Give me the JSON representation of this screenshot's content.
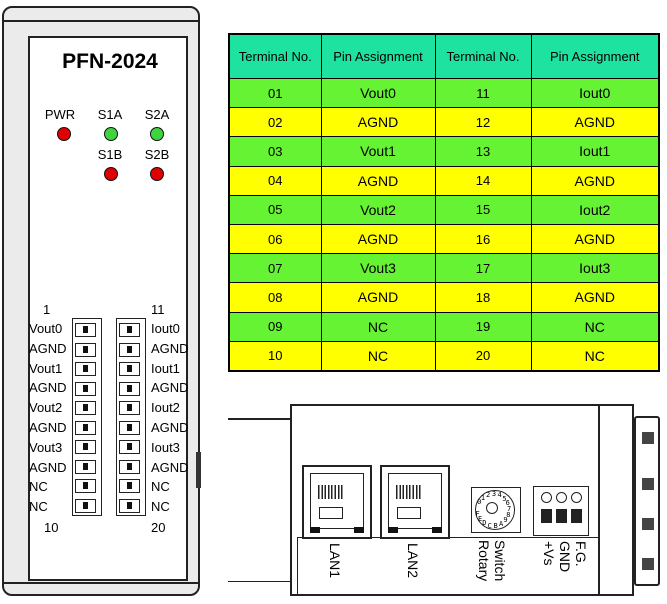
{
  "front_panel": {
    "model": "PFN-2024",
    "leds": [
      {
        "label": "PWR",
        "color": "#e00000"
      },
      {
        "label": "S1A",
        "color": "#3ed43e"
      },
      {
        "label": "S2A",
        "color": "#3ed43e"
      },
      {
        "label": "S1B",
        "color": "#e00000"
      },
      {
        "label": "S2B",
        "color": "#e00000"
      }
    ],
    "left_terminal": {
      "first_num": "1",
      "last_num": "10",
      "labels": [
        "Vout0",
        "AGND",
        "Vout1",
        "AGND",
        "Vout2",
        "AGND",
        "Vout3",
        "AGND",
        "NC",
        "NC"
      ]
    },
    "right_terminal": {
      "first_num": "11",
      "last_num": "20",
      "labels": [
        "Iout0",
        "AGND",
        "Iout1",
        "AGND",
        "Iout2",
        "AGND",
        "Iout3",
        "AGND",
        "NC",
        "NC"
      ]
    }
  },
  "pin_table": {
    "headers": [
      "Terminal No.",
      "Pin Assignment",
      "Terminal No.",
      "Pin Assignment"
    ],
    "header_color": "#1ee3a0",
    "row_colors": [
      "#66f334",
      "#ffff00"
    ],
    "rows": [
      {
        "n1": "01",
        "p1": "Vout0",
        "n2": "11",
        "p2": "Iout0"
      },
      {
        "n1": "02",
        "p1": "AGND",
        "n2": "12",
        "p2": "AGND"
      },
      {
        "n1": "03",
        "p1": "Vout1",
        "n2": "13",
        "p2": "Iout1"
      },
      {
        "n1": "04",
        "p1": "AGND",
        "n2": "14",
        "p2": "AGND"
      },
      {
        "n1": "05",
        "p1": "Vout2",
        "n2": "15",
        "p2": "Iout2"
      },
      {
        "n1": "06",
        "p1": "AGND",
        "n2": "16",
        "p2": "AGND"
      },
      {
        "n1": "07",
        "p1": "Vout3",
        "n2": "17",
        "p2": "Iout3"
      },
      {
        "n1": "08",
        "p1": "AGND",
        "n2": "18",
        "p2": "AGND"
      },
      {
        "n1": "09",
        "p1": "NC",
        "n2": "19",
        "p2": "NC"
      },
      {
        "n1": "10",
        "p1": "NC",
        "n2": "20",
        "p2": "NC"
      }
    ]
  },
  "top_view": {
    "lan1": "LAN1",
    "lan2": "LAN2",
    "rotary_line1": "Rotary",
    "rotary_line2": "Switch",
    "rotary_digits": "0123456789ABCDEF",
    "power_labels": [
      "F.G.",
      "GND",
      "+Vs"
    ]
  }
}
